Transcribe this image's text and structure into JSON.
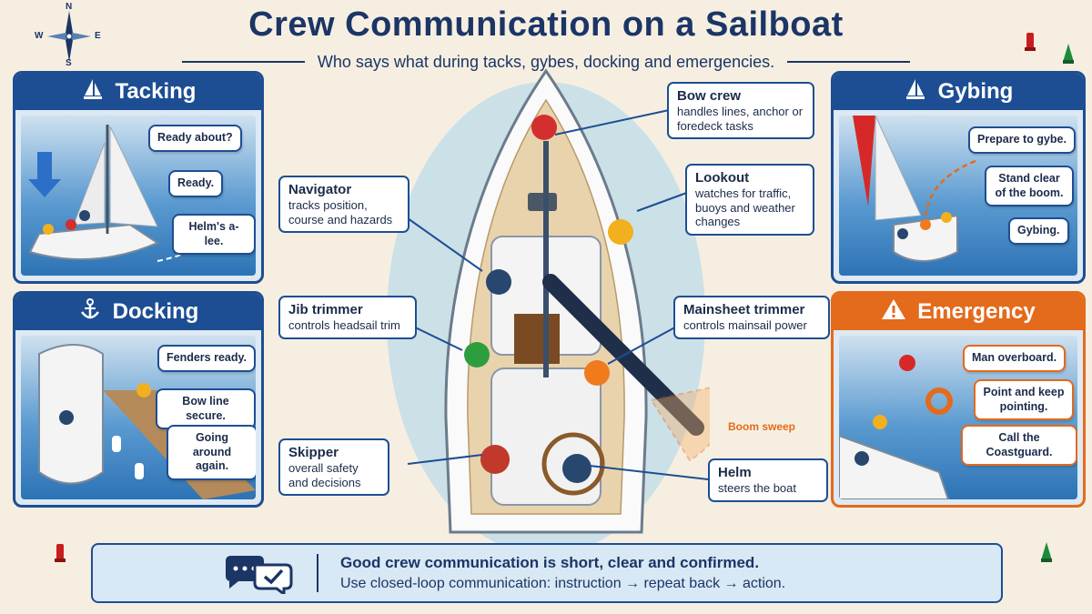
{
  "header": {
    "title": "Crew Communication on a Sailboat",
    "subtitle": "Who says what during tacks, gybes, docking and emergencies."
  },
  "compass": {
    "n": "N",
    "s": "S",
    "e": "E",
    "w": "W"
  },
  "panels": {
    "tacking": {
      "title": "Tacking",
      "bubbles": [
        "Ready about?",
        "Ready.",
        "Helm's a-lee."
      ]
    },
    "docking": {
      "title": "Docking",
      "bubbles": [
        "Fenders ready.",
        "Bow line secure.",
        "Going around again."
      ]
    },
    "gybing": {
      "title": "Gybing",
      "bubbles": [
        "Prepare to gybe.",
        "Stand clear of the boom.",
        "Gybing."
      ]
    },
    "emergency": {
      "title": "Emergency",
      "bubbles": [
        "Man overboard.",
        "Point and keep pointing.",
        "Call the Coastguard."
      ]
    }
  },
  "roles": {
    "bow": {
      "name": "Bow crew",
      "desc": "handles lines, anchor or foredeck tasks"
    },
    "lookout": {
      "name": "Lookout",
      "desc": "watches for traffic, buoys and weather changes"
    },
    "navigator": {
      "name": "Navigator",
      "desc": "tracks position, course and hazards"
    },
    "jib": {
      "name": "Jib trimmer",
      "desc": "controls headsail trim"
    },
    "mainsheet": {
      "name": "Mainsheet trimmer",
      "desc": "controls mainsail power"
    },
    "skipper": {
      "name": "Skipper",
      "desc": "overall safety and decisions"
    },
    "helm": {
      "name": "Helm",
      "desc": "steers the boat"
    }
  },
  "boom_sweep": "Boom sweep",
  "footer": {
    "line1": "Good crew communication is short, clear and confirmed.",
    "line2": "Use closed-loop communication: instruction → repeat back → action."
  },
  "colors": {
    "navy": "#1d4e93",
    "orange": "#e46a1c",
    "sand": "#f6efe1"
  }
}
